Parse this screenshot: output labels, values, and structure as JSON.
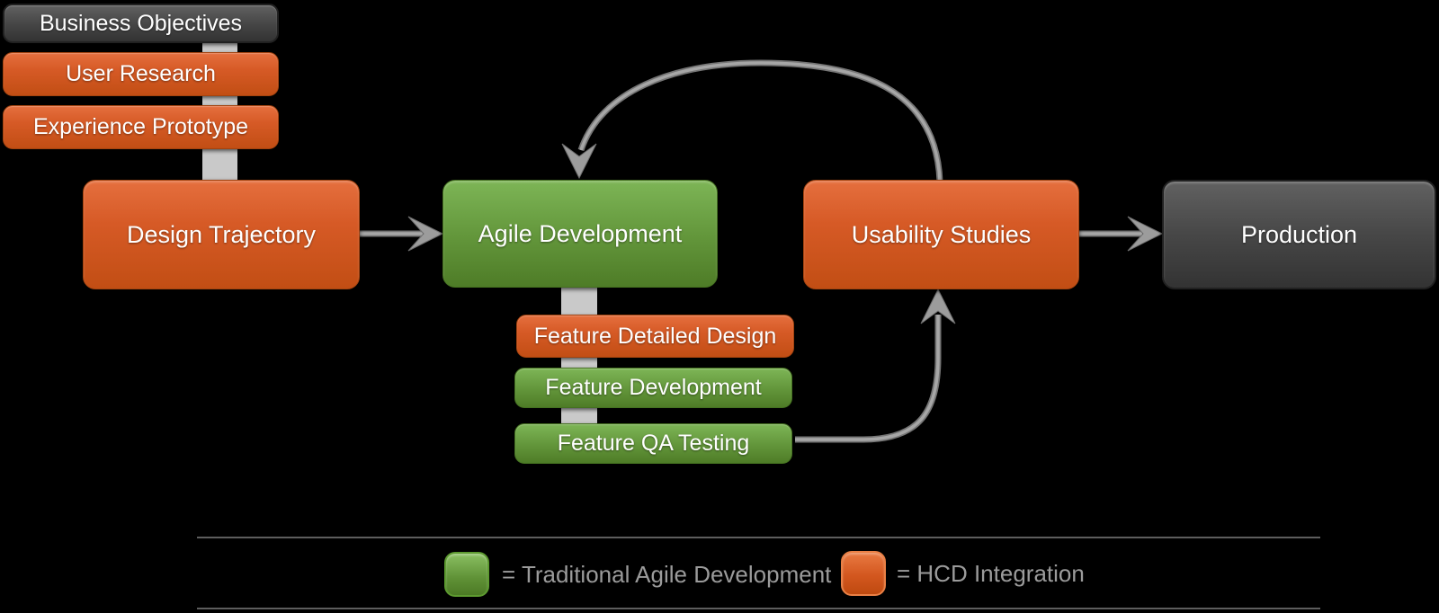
{
  "background_color": "#000000",
  "nodes": {
    "business_objectives": "Business Objectives",
    "user_research": "User Research",
    "experience_prototype": "Experience Prototype",
    "design_trajectory": "Design Trajectory",
    "agile_development": "Agile Development",
    "usability_studies": "Usability Studies",
    "production": "Production",
    "feature_detailed_design": "Feature Detailed Design",
    "feature_development": "Feature Development",
    "feature_qa_testing": "Feature QA Testing"
  },
  "node_categories": {
    "business_objectives": "neutral",
    "user_research": "hcd",
    "experience_prototype": "hcd",
    "design_trajectory": "hcd",
    "agile_development": "agile",
    "usability_studies": "hcd",
    "production": "neutral",
    "feature_detailed_design": "hcd",
    "feature_development": "agile",
    "feature_qa_testing": "agile"
  },
  "edges": [
    {
      "from": "business_objectives",
      "to": "design_trajectory",
      "type": "connector"
    },
    {
      "from": "user_research",
      "to": "design_trajectory",
      "type": "connector"
    },
    {
      "from": "experience_prototype",
      "to": "design_trajectory",
      "type": "connector"
    },
    {
      "from": "design_trajectory",
      "to": "agile_development",
      "type": "arrow"
    },
    {
      "from": "agile_development",
      "to": "feature_detailed_design",
      "type": "connector"
    },
    {
      "from": "agile_development",
      "to": "feature_development",
      "type": "connector"
    },
    {
      "from": "agile_development",
      "to": "feature_qa_testing",
      "type": "connector"
    },
    {
      "from": "feature_qa_testing",
      "to": "usability_studies",
      "type": "curved-arrow"
    },
    {
      "from": "usability_studies",
      "to": "agile_development",
      "type": "curved-arrow-loop"
    },
    {
      "from": "usability_studies",
      "to": "production",
      "type": "arrow"
    }
  ],
  "legend": {
    "traditional_label": "= Traditional Agile Development",
    "hcd_label": "= HCD Integration",
    "traditional_color": "#6da943",
    "hcd_color": "#d35420"
  },
  "colors": {
    "orange_node": "#d35420",
    "green_node": "#62953a",
    "gray_node": "#474747",
    "connector_gray": "#c9c9c9",
    "arrow_gray": "#9c9c9c",
    "legend_text": "#9b9b9b",
    "node_text": "#ffffff"
  }
}
